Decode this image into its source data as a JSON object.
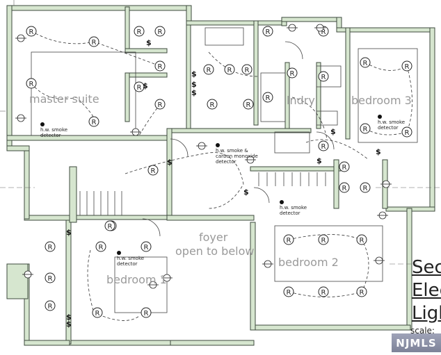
{
  "rooms": {
    "master_suite": "master suite",
    "bedroom3": "bedroom 3",
    "laundry": "lndry",
    "bedroom2": "bedroom 2",
    "foyer": "foyer",
    "foyer_sub": "open to below",
    "bedroom1": "bedroom 1"
  },
  "detectors": {
    "smoke": "h.w. smoke detector",
    "smoke_co": "h.w. smoke & carbon monoxide detector"
  },
  "title_lines": [
    "Sec",
    "Elec",
    "Ligh"
  ],
  "scale_label": "scale:",
  "watermark": "NJMLS",
  "colors": {
    "wall_fill": "#d6e6cf",
    "wall_stroke": "#3d4a3d",
    "label": "#9a9a9a"
  }
}
